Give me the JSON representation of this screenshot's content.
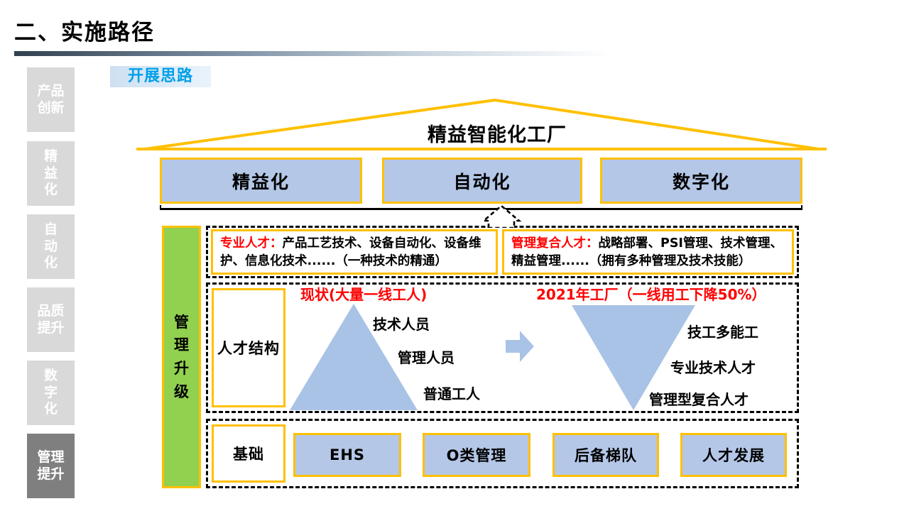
{
  "title": "二、实施路径",
  "section_label": "开展思路",
  "colors": {
    "accent_yellow": "#FFC000",
    "box_blue": "#B4C7E7",
    "triangle_blue": "#A9C3E6",
    "bar_green": "#92D050",
    "alert_red": "#FF0000",
    "label_blue": "#00A0E9",
    "sidebar_gray": "#D9D9D9",
    "sidebar_active_gray": "#7F7F7F"
  },
  "sidebar": {
    "items": [
      {
        "label": "产品\n创新"
      },
      {
        "label": "精\n益\n化"
      },
      {
        "label": "自\n动\n化"
      },
      {
        "label": "品质\n提升"
      },
      {
        "label": "数\n字\n化"
      },
      {
        "label": "管理\n提升"
      }
    ]
  },
  "roof": {
    "title": "精益智能化工厂"
  },
  "pillars": [
    {
      "label": "精益化"
    },
    {
      "label": "自动化"
    },
    {
      "label": "数字化"
    }
  ],
  "management": {
    "bar_label": "管\n理\n升\n级",
    "talent_boxes": [
      {
        "highlight": "专业人才：",
        "desc": "产品工艺技术、设备自动化、设备维护、信息化技术......（一种技术的精通）"
      },
      {
        "highlight": "管理复合人才：",
        "desc": "战略部署、PSI管理、技术管理、精益管理......（拥有多种管理及技术技能）"
      }
    ],
    "structure": {
      "box_label": "人才结构",
      "current": {
        "header": "现状(大量一线工人)",
        "levels": [
          "技术人员",
          "管理人员",
          "普通工人"
        ]
      },
      "future": {
        "header": "2021年工厂（一线用工下降50%）",
        "levels": [
          "技工多能工",
          "专业技术人才",
          "管理型复合人才"
        ]
      }
    },
    "foundation": {
      "box_label": "基础",
      "items": [
        {
          "label": "EHS"
        },
        {
          "label": "O类管理"
        },
        {
          "label": "后备梯队"
        },
        {
          "label": "人才发展"
        }
      ]
    }
  }
}
